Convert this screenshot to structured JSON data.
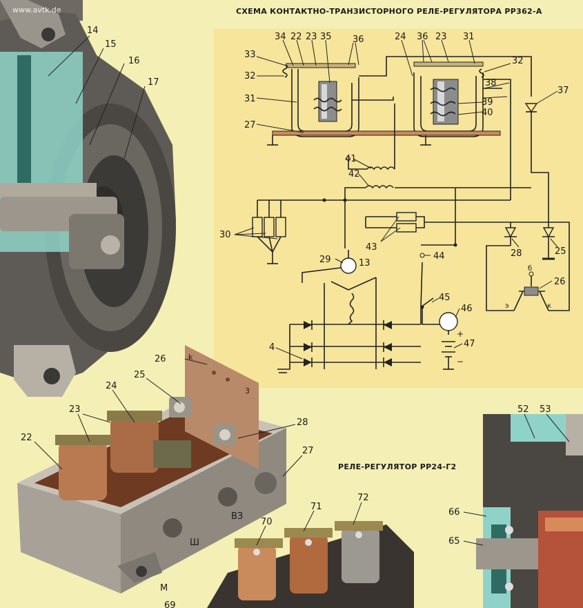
{
  "watermark": "www.avtk.de",
  "schematic_title": "СХЕМА КОНТАКТНО-ТРАНЗИСТОРНОГО РЕЛЕ-РЕГУЛЯТОРА РР362-А",
  "rr24_title": "РЕЛЕ-РЕГУЛЯТОР РР24-Г2",
  "alternator_labels": [
    "14",
    "15",
    "16",
    "17"
  ],
  "schematic_labels": {
    "l33": "33",
    "l34": "34",
    "l22": "22",
    "l23a": "23",
    "l35": "35",
    "l36a": "36",
    "l24": "24",
    "l36b": "36",
    "l23b": "23",
    "l31a": "31",
    "l32a": "32",
    "l32b": "32",
    "l31b": "31",
    "l38": "38",
    "l39": "39",
    "l40": "40",
    "l37": "37",
    "l27": "27",
    "l41": "41",
    "l42": "42",
    "l30": "30",
    "l43": "43",
    "l28": "28",
    "l25": "25",
    "l29": "29",
    "l13": "13",
    "l44": "44",
    "l45": "45",
    "l46": "46",
    "l47": "47",
    "l26": "26",
    "l4": "4",
    "pin_b": "б",
    "pin_e": "э",
    "pin_k": "к",
    "plus": "+",
    "minus": "−"
  },
  "regulator_labels": {
    "l26": "26",
    "pin_k": "k",
    "pin_3": "3",
    "l25": "25",
    "l24": "24",
    "l23": "23",
    "l28": "28",
    "l22": "22",
    "l27": "27",
    "t_vz": "ВЗ",
    "t_sh": "Ш",
    "t_m": "М"
  },
  "rr24_labels": {
    "l70": "70",
    "l71": "71",
    "l72": "72",
    "l69": "69"
  },
  "cutaway_labels": {
    "l52": "52",
    "l53": "53",
    "l66": "66",
    "l65": "65"
  },
  "colors": {
    "background": "#f4efb4",
    "schematic_panel": "#f6e59a",
    "teal": "#8fd3c8",
    "copper": "#c98a5c"
  }
}
